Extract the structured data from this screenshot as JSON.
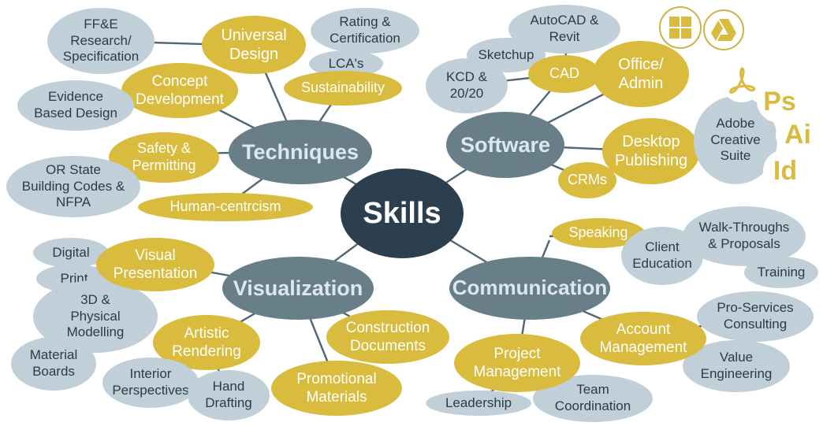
{
  "center": "Skills",
  "hubs": {
    "techniques": "Techniques",
    "software": "Software",
    "visualization": "Visualization",
    "communication": "Communication"
  },
  "techniques": {
    "ffe": "FF&E\nResearch/\nSpecification",
    "universal_design": "Universal\nDesign",
    "rating": "Rating &\nCertification",
    "lca": "LCA's",
    "sustainability": "Sustainability",
    "concept_development": "Concept\nDevelopment",
    "evidence_based": "Evidence\nBased Design",
    "safety": "Safety &\nPermitting",
    "building_codes": "OR State\nBuilding Codes &\nNFPA",
    "human_centrcism": "Human-centrcism"
  },
  "software": {
    "autocad": "AutoCAD &\nRevit",
    "sketchup": "Sketchup",
    "kcd": "KCD &\n20/20",
    "cad": "CAD",
    "office": "Office/\nAdmin",
    "desktop_publishing": "Desktop\nPublishing",
    "crms": "CRMs",
    "adobe": "Adobe\nCreative\nSuite",
    "ps": "Ps",
    "ai": "Ai",
    "id": "Id"
  },
  "visualization": {
    "digital": "Digital",
    "print": "Print",
    "visual_presentation": "Visual\nPresentation",
    "physical_modelling": "3D &\nPhysical\nModelling",
    "material_boards": "Material\nBoards",
    "artistic_rendering": "Artistic\nRendering",
    "interior_perspectives": "Interior\nPerspectives",
    "hand_drafting": "Hand\nDrafting",
    "promotional": "Promotional\nMaterials",
    "construction_docs": "Construction\nDocuments"
  },
  "communication": {
    "speaking": "Speaking",
    "client_education": "Client\nEducation",
    "walk_throughs": "Walk-Throughs\n& Proposals",
    "training": "Training",
    "pro_services": "Pro-Services\nConsulting",
    "account_management": "Account\nManagement",
    "value_engineering": "Value\nEngineering",
    "project_management": "Project\nManagement",
    "leadership": "Leadership",
    "team_coordination": "Team\nCoordination"
  },
  "icons": [
    "windows-logo-icon",
    "google-drive-icon",
    "acrobat-icon"
  ],
  "colors": {
    "core": "#2c3f4f",
    "hub": "#687f8a",
    "gold": "#d9bb3e",
    "gray": "#c1d0d8",
    "line": "#4f6673"
  }
}
